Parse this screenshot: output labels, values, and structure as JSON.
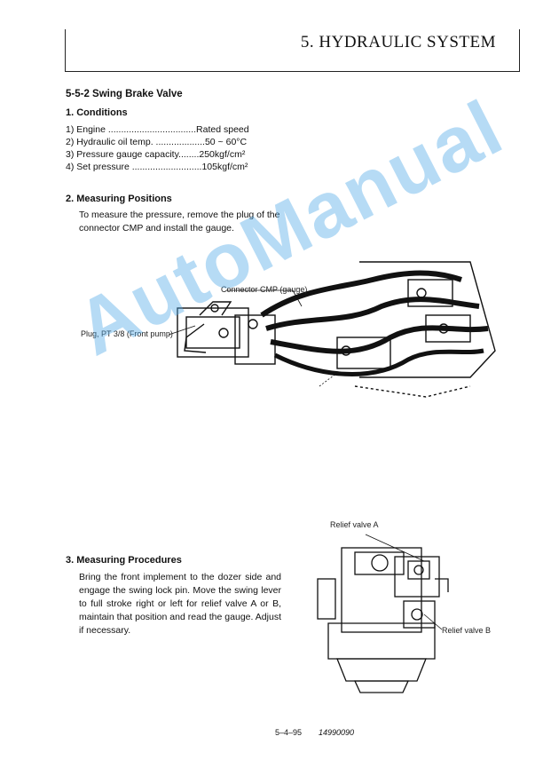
{
  "header": {
    "title": "5. HYDRAULIC SYSTEM"
  },
  "section": {
    "heading": "5-5-2  Swing Brake Valve"
  },
  "conditions": {
    "heading": "1.  Conditions",
    "items": [
      "1)  Engine ..................................Rated speed",
      "2)  Hydraulic oil temp. ...................50 ~ 60°C",
      "3)  Pressure gauge capacity........250kgf/cm²",
      "4)  Set pressure ...........................105kgf/cm²"
    ]
  },
  "measuring_positions": {
    "heading": "2.  Measuring Positions",
    "text": "To measure the pressure, remove the plug of the connector CMP and install the gauge."
  },
  "figure1": {
    "label_connector": "Connector CMP (gauge)",
    "label_plug": "Plug, PT 3/8 (Front pump)"
  },
  "measuring_procedures": {
    "heading": "3.  Measuring Procedures",
    "text": "Bring the front implement to the dozer side and engage the swing lock pin. Move the swing lever to full stroke right or left for relief valve A or B, maintain that position and read the gauge. Adjust if necessary."
  },
  "figure2": {
    "label_a": "Relief valve A",
    "label_b": "Relief valve B"
  },
  "footer": {
    "page": "5–4–95",
    "code": "14990090"
  },
  "watermark": "AutoManual"
}
